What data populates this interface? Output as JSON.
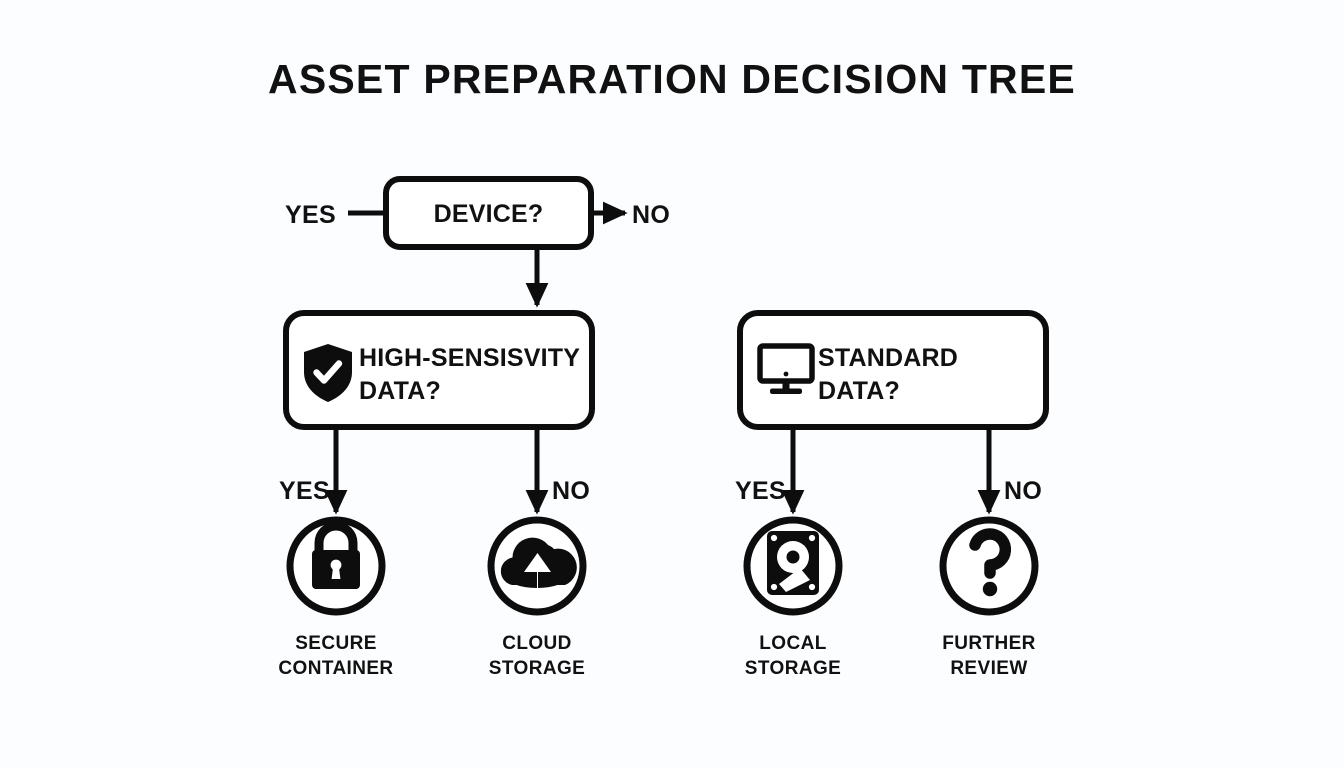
{
  "page": {
    "title": "ASSET PREPARATION DECISION TREE",
    "background_color": "#fcfdfe",
    "ink_color": "#0d0d0d"
  },
  "diagram": {
    "type": "decision-tree",
    "root": {
      "id": "device",
      "label": "DEVICE?",
      "icon": "none",
      "branch_left_label": "YES",
      "branch_right_label": "NO"
    },
    "decision_nodes": [
      {
        "id": "high-sensisvity-data",
        "label_line1": "HIGH-SENSISVITY",
        "label_line2": "DATA?",
        "icon": "shield-check-icon",
        "branch_left_label": "YES",
        "branch_right_label": "NO"
      },
      {
        "id": "standard-data",
        "label_line1": "STANDARD",
        "label_line2": "DATA?",
        "icon": "monitor-icon",
        "branch_left_label": "YES",
        "branch_right_label": "NO"
      }
    ],
    "outcomes": [
      {
        "id": "secure-container",
        "icon": "lock-icon",
        "label_line1": "SECURE",
        "label_line2": "CONTAINER",
        "from_branch": "YES"
      },
      {
        "id": "cloud-storage",
        "icon": "cloud-upload-icon",
        "label_line1": "CLOUD",
        "label_line2": "STORAGE",
        "from_branch": "NO"
      },
      {
        "id": "local-storage",
        "icon": "hard-disk-icon",
        "label_line1": "LOCAL",
        "label_line2": "STORAGE",
        "from_branch": "YES"
      },
      {
        "id": "further-review",
        "icon": "question-mark-icon",
        "label_line1": "FURTHER",
        "label_line2": "REVIEW",
        "from_branch": "NO"
      }
    ]
  }
}
